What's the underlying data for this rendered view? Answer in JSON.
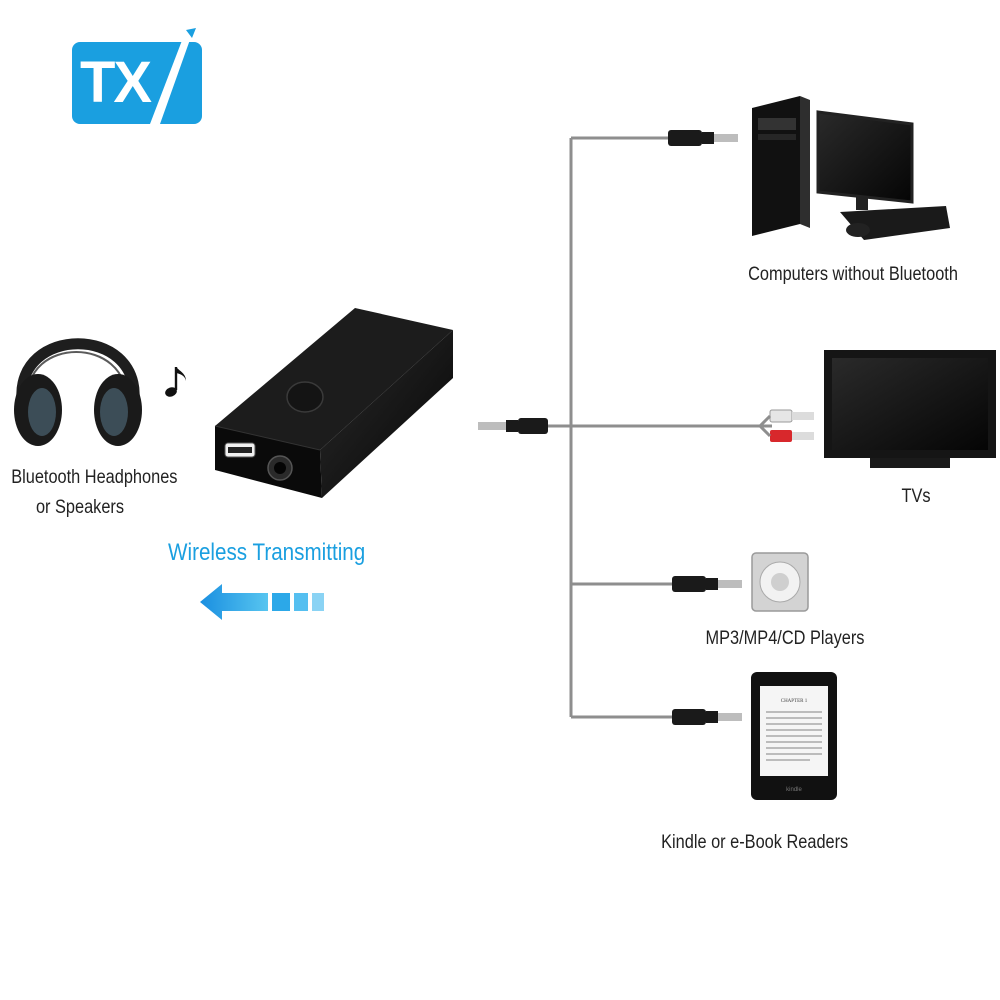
{
  "logo": {
    "text": "TX",
    "color": "#1a9fe0"
  },
  "source": {
    "label_line1": "Bluetooth Headphones",
    "label_line2": "or Speakers"
  },
  "transmitter": {
    "label": "Wireless Transmitting",
    "accent": "#1a9fe0"
  },
  "devices": [
    {
      "label": "Computers without Bluetooth"
    },
    {
      "label": "TVs"
    },
    {
      "label": "MP3/MP4/CD Players"
    },
    {
      "label": "Kindle or e-Book Readers"
    }
  ],
  "ebook": {
    "screen_title": "CHAPTER 1",
    "brand": "kindle"
  },
  "colors": {
    "cable": "#8e8e8e",
    "device_body": "#111111",
    "text": "#222222"
  }
}
